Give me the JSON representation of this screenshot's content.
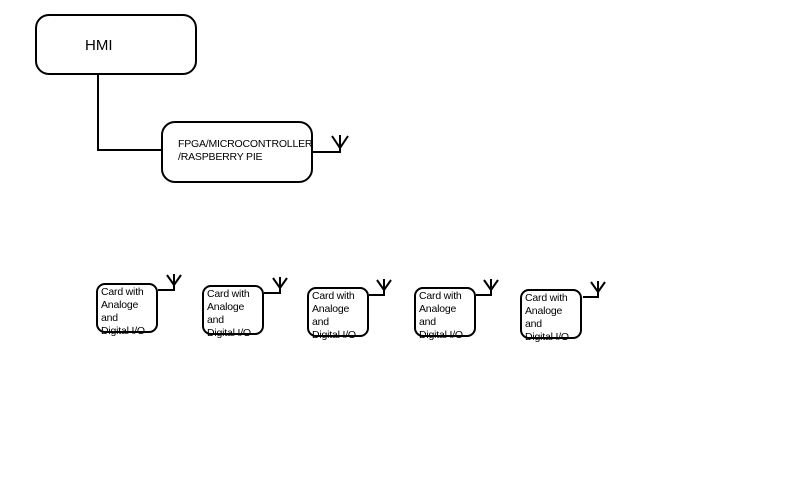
{
  "diagram": {
    "hmi": {
      "label": "HMI"
    },
    "controller": {
      "label": "FPGA/MICROCONTROLLER\n/RASPBERRY PIE"
    },
    "cards": [
      {
        "label": "Card with\nAnaloge and\nDigital I/O"
      },
      {
        "label": "Card with\nAnaloge and\nDigital I/O"
      },
      {
        "label": "Card with\nAnaloge and\nDigital I/O"
      },
      {
        "label": "Card with\nAnaloge and\nDigital I/O"
      },
      {
        "label": "Card with\nAnaloge and\nDigital I/O"
      }
    ],
    "colors": {
      "line": "#000000",
      "background": "#ffffff"
    }
  }
}
